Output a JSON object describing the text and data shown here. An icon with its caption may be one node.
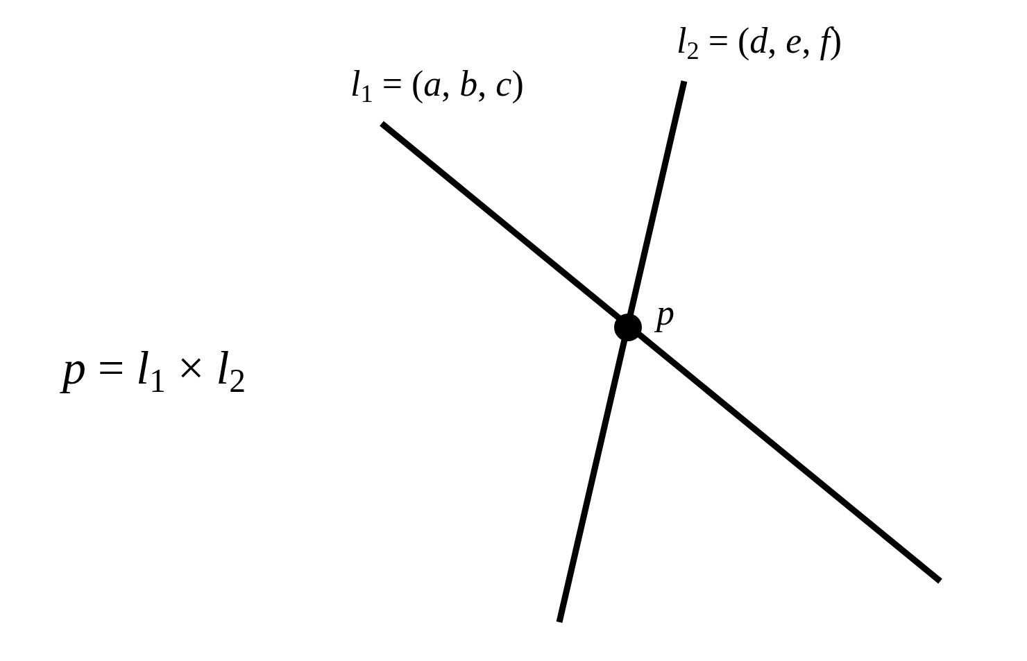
{
  "diagram": {
    "labels": [
      "*l*$_{1}$ = (*a*, *b*, *c*)",
      "*l*$_{2}$ = (*d*, *e*, *f*)",
      "p",
      "*p* = *l*$_{1}$ × *l*$_{2}$"
    ]
  }
}
